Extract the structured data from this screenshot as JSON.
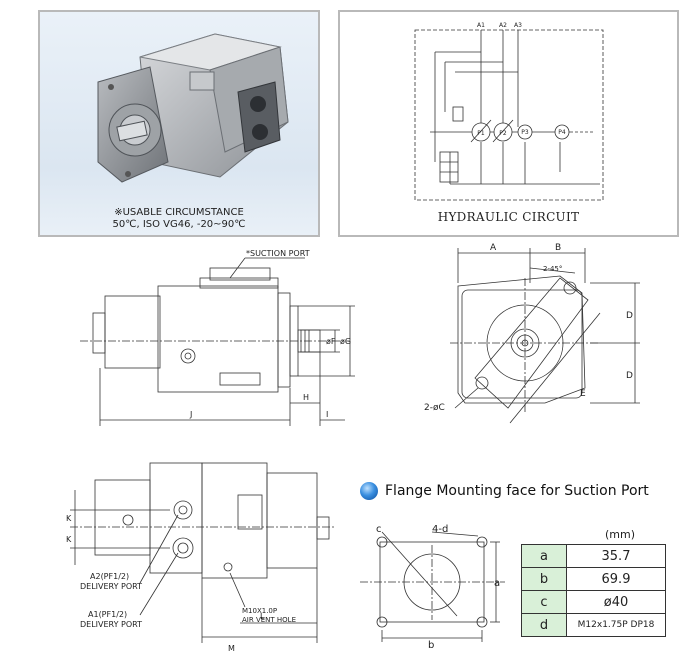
{
  "photo": {
    "caption_line1": "※USABLE CIRCUMSTANCE",
    "caption_line2": "50℃, ISO VG46,  -20~90℃"
  },
  "circuit": {
    "title": "HYDRAULIC CIRCUIT",
    "ports": [
      "A1",
      "A2",
      "A3"
    ],
    "pumps": [
      "P1",
      "P2",
      "P3",
      "P4"
    ]
  },
  "side_view": {
    "suction_port_label": "*SUCTION PORT",
    "dims": {
      "F": "øF",
      "G": "øG",
      "H": "H",
      "I": "I",
      "J": "J"
    }
  },
  "front_view": {
    "dims": {
      "A": "A",
      "B": "B",
      "D1": "D",
      "D2": "D",
      "E": "E",
      "angle": "2-45°",
      "holes": "2-øC"
    }
  },
  "bottom_view": {
    "labels": {
      "a2_line1": "A2(PF1/2)",
      "a2_line2": "DELIVERY PORT",
      "a1_line1": "A1(PF1/2)",
      "a1_line2": "DELIVERY PORT",
      "air_line1": "M10X1.0P",
      "air_line2": "AIR VENT HOLE"
    },
    "dims": {
      "K1": "K",
      "K2": "K",
      "L": "L",
      "M": "M"
    }
  },
  "flange": {
    "title": "Flange Mounting face for Suction Port",
    "unit": "(mm)",
    "drawing_labels": {
      "c": "c",
      "holes": "4-d",
      "a": "a",
      "b": "b"
    },
    "table": [
      {
        "key": "a",
        "value": "35.7"
      },
      {
        "key": "b",
        "value": "69.9"
      },
      {
        "key": "c",
        "value": "ø40"
      },
      {
        "key": "d",
        "value": "M12x1.75P DP18"
      }
    ]
  }
}
